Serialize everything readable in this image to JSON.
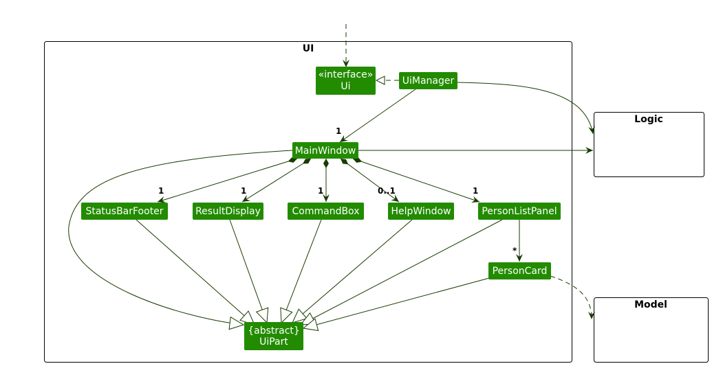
{
  "packages": {
    "ui": "UI",
    "logic": "Logic",
    "model": "Model"
  },
  "classes": {
    "ui_interface": {
      "stereotype": "«interface»",
      "name": "Ui"
    },
    "ui_manager": "UiManager",
    "main_window": "MainWindow",
    "status_bar_footer": "StatusBarFooter",
    "result_display": "ResultDisplay",
    "command_box": "CommandBox",
    "help_window": "HelpWindow",
    "person_list_panel": "PersonListPanel",
    "person_card": "PersonCard",
    "ui_part": {
      "stereotype": "{abstract}",
      "name": "UiPart"
    }
  },
  "multiplicities": {
    "uimanager_mainwindow": "1",
    "statusbarfooter": "1",
    "resultdisplay": "1",
    "commandbox": "1",
    "helpwindow": "0..1",
    "personlistpanel": "1",
    "personcard": "*"
  },
  "colors": {
    "class_fill": "#228b00",
    "class_text": "#ffffff",
    "edge": "#173b00",
    "package_border": "#000000"
  }
}
